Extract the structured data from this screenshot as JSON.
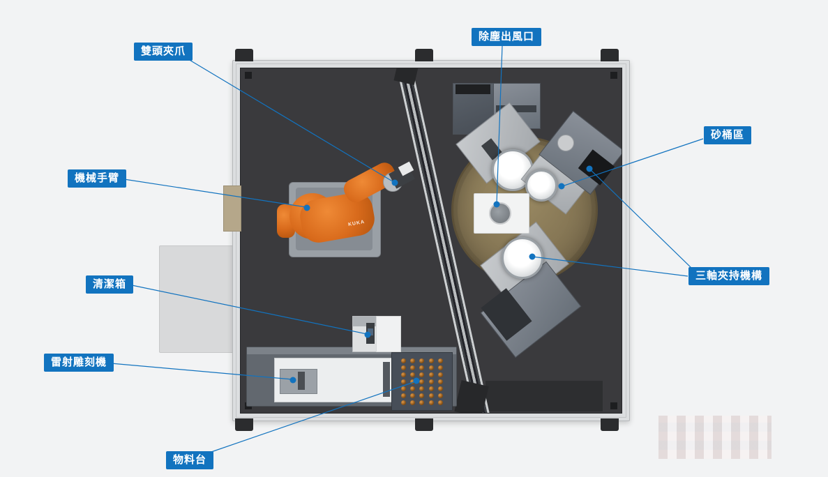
{
  "colors": {
    "accent_blue": "#1273bf",
    "robot_orange": "#d96b1c",
    "disc_tan": "#8a7a57",
    "interior_dark": "#3a3a3d",
    "frame_silver": "#dcdee0"
  },
  "labels": {
    "double_gripper": "雙頭夾爪",
    "dust_outlet": "除塵出風口",
    "sand_bucket": "砂桶區",
    "robot_arm": "機械手臂",
    "three_axis_clamp": "三軸夾持機構",
    "cleaning_box": "清潔箱",
    "laser_engraver": "雷射雕刻機",
    "material_stage": "物料台"
  },
  "machine": {
    "robot_brand": "KUKA",
    "tray_grid": {
      "rows": 7,
      "cols": 5
    }
  }
}
